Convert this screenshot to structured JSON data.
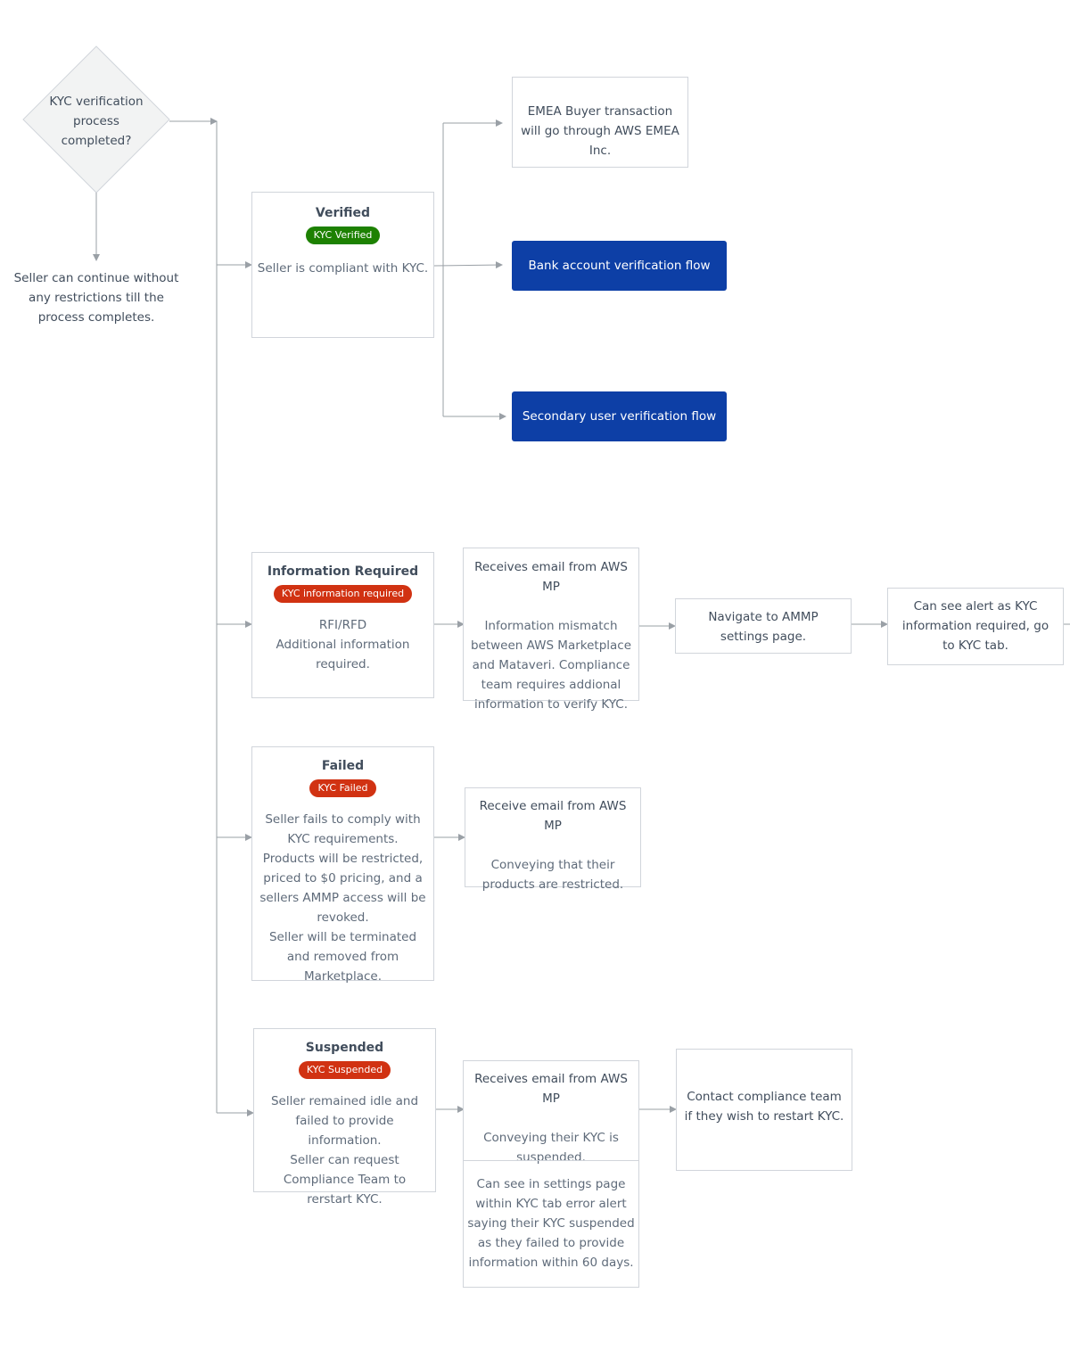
{
  "decision": {
    "question": "KYC verification process completed?",
    "no_outcome": "Seller can continue without any restrictions till the process completes."
  },
  "verified": {
    "title": "Verified",
    "badge": "KYC Verified",
    "description": "Seller is compliant with KYC.",
    "emea_note": "EMEA Buyer transaction will go through AWS EMEA Inc.",
    "bank_flow": "Bank account verification flow",
    "secondary_flow": "Secondary user verification flow"
  },
  "info_required": {
    "title": "Information Required",
    "badge": "KYC information required",
    "description": "RFI/RFD\nAdditional information required.",
    "email_title": "Receives email from AWS MP",
    "email_body": "Information mismatch between AWS Marketplace and Mataveri. Compliance team requires addional information to verify KYC.",
    "navigate": "Navigate to AMMP settings page.",
    "alert": "Can see alert as KYC information required, go to KYC tab."
  },
  "failed": {
    "title": "Failed",
    "badge": "KYC Failed",
    "description": "Seller fails to comply with KYC requirements.\nProducts will be restricted, priced to $0 pricing, and a sellers AMMP access will be revoked.\nSeller will be terminated and removed from Marketplace.",
    "email_title": "Receive email from AWS MP",
    "email_body": "Conveying that their products are restricted."
  },
  "suspended": {
    "title": "Suspended",
    "badge": "KYC Suspended",
    "description": "Seller remained idle and failed to provide information.\nSeller can request Compliance Team to rerstart KYC.",
    "email_title": "Receives email from AWS MP",
    "email_body": "Conveying their KYC is suspended.",
    "settings_note": "Can see in settings page within KYC tab error alert saying their KYC suspended as they failed to provide information within 60 days.",
    "contact": "Contact compliance team if they wish to restart KYC."
  },
  "colors": {
    "badge_green": "#1d8102",
    "badge_red": "#d13212",
    "flow_blue": "#0d3fa6",
    "connector": "#9aa0a6"
  }
}
